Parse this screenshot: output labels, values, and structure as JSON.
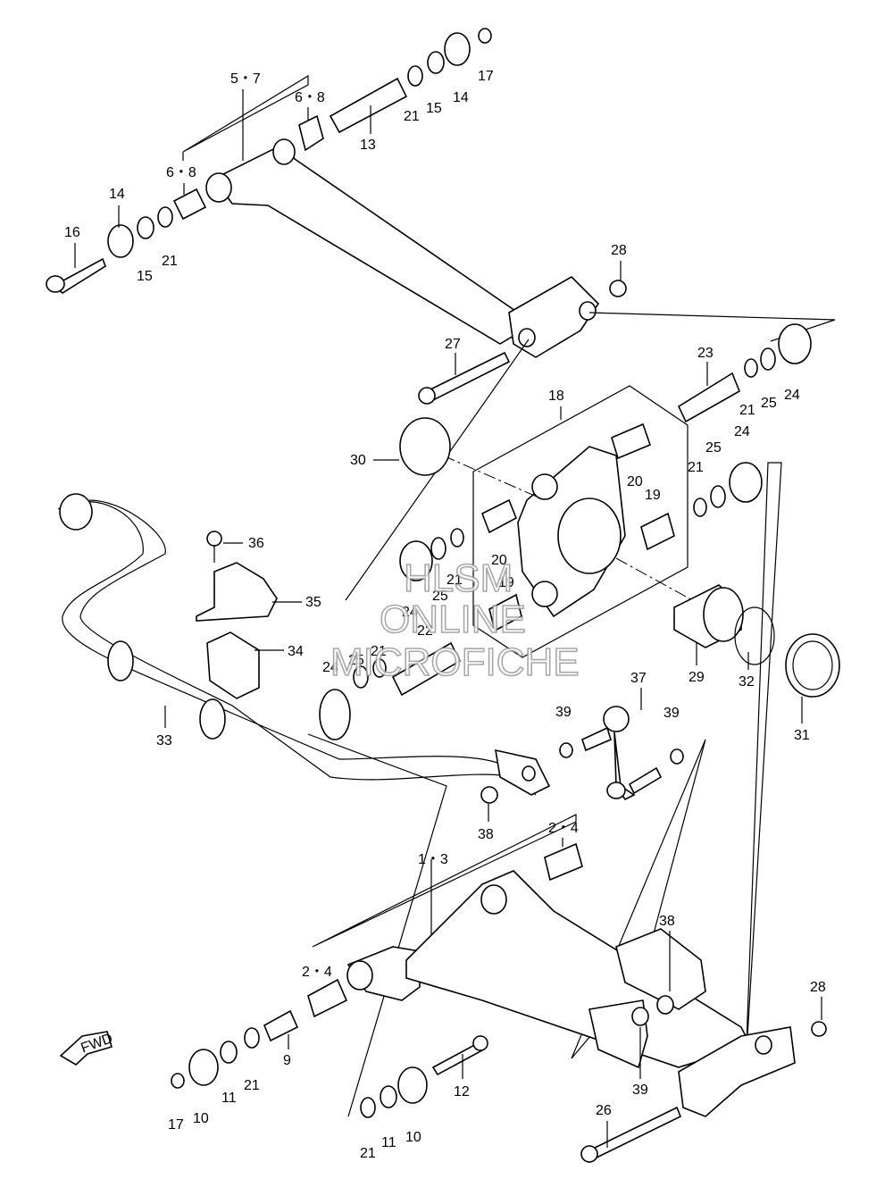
{
  "callouts": {
    "c57": "5・7",
    "c68a": "6・8",
    "c68b": "6・8",
    "c14a": "14",
    "c14b": "14",
    "c15a": "15",
    "c15b": "15",
    "c16": "16",
    "c17a": "17",
    "c21a": "21",
    "c21b": "21",
    "c13": "13",
    "c28a": "28",
    "c27": "27",
    "c23": "23",
    "c21c": "21",
    "c25a": "25",
    "c24a": "24",
    "c18": "18",
    "c30": "30",
    "c20a": "20",
    "c19a": "19",
    "c21d": "21",
    "c25b": "25",
    "c24b": "24",
    "c20b": "20",
    "c21e": "21",
    "c19b": "19",
    "c24c": "24",
    "c25c": "25",
    "c22": "22",
    "c21f": "21",
    "c25d": "25",
    "c24d": "24",
    "c36": "36",
    "c35": "35",
    "c34": "34",
    "c33": "33",
    "c29": "29",
    "c32": "32",
    "c31": "31",
    "c37": "37",
    "c39a": "39",
    "c39b": "39",
    "c38a": "38",
    "c24e": "2・4",
    "c13b": "1・3",
    "c38b": "38",
    "c24f": "2・4",
    "c28b": "28",
    "c9": "9",
    "c21g": "21",
    "c11a": "11",
    "c10a": "10",
    "c17b": "17",
    "c12": "12",
    "c39c": "39",
    "c10b": "10",
    "c11b": "11",
    "c21h": "21",
    "c26": "26"
  },
  "watermark": {
    "line1": "HLSM",
    "line2": "ONLINE",
    "line3": "MICROFICHE"
  },
  "fwd_label": "FWD"
}
